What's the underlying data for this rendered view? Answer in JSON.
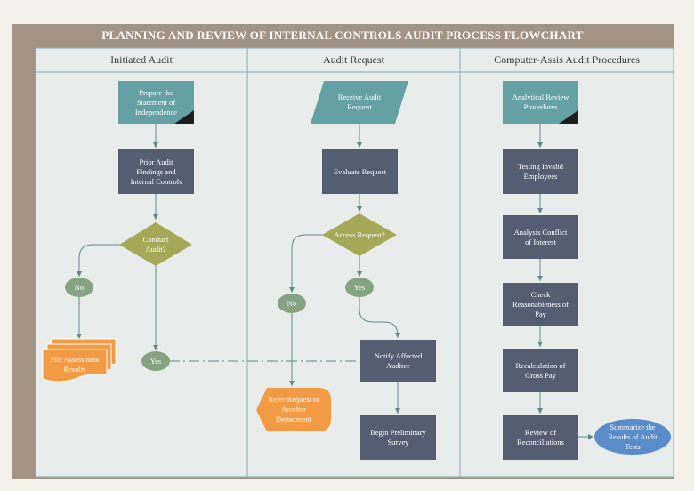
{
  "title": "PLANNING AND REVIEW OF INTERNAL CONTROLS AUDIT PROCESS FLOWCHART",
  "lanes": [
    "Initiated Audit",
    "Audit Request",
    "Computer-Assis Audit Procedures"
  ],
  "nodes": {
    "prepare": "Prepare the\nStatement of\nIndependence",
    "prior": "Prior Audit\nFindings and\nInternal Controls",
    "conduct": "Conduct\nAudit?",
    "no1": "No",
    "file": "File Assessment\nResults",
    "yes1": "Yes",
    "receive": "Receive Audit\nRequest",
    "evaluate": "Evaluate Request",
    "access": "Access Request?",
    "yes2": "Yes",
    "no2": "No",
    "notify": "Notify Affected\nAuditee",
    "refer": "Refer Request to\nAnother\nDepartment",
    "begin": "Begin Preliminary\nSurvey",
    "analytical": "Analytical Review\nProcedures",
    "testing": "Testing Invalid\nEmployees",
    "analysis": "Analysis  Conflict\nof Interest",
    "check": "Check\nReasonableness of\nPay",
    "recalc": "Recalculation of\nGross Pay",
    "review": "Review of\nReconciliations",
    "summarize": "Summarize the\nResults of Audit\nTests"
  },
  "colors": {
    "frame": "#a39385",
    "lane_bg": "#e8edeb",
    "lane_border": "#7fb0b4",
    "teal": "#64a0a4",
    "slate": "#545d72",
    "olive": "#a5a957",
    "sage": "#85a382",
    "orange": "#f39a45",
    "blue": "#5a8cc9",
    "connector": "#5d8a8d"
  }
}
